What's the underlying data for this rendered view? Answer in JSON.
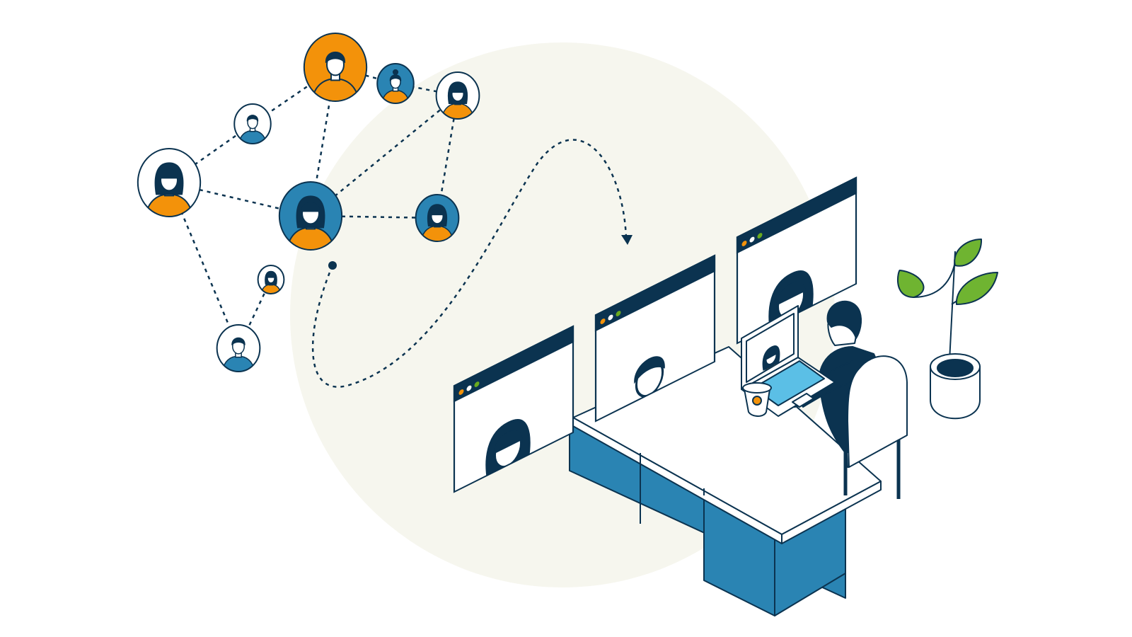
{
  "colors": {
    "navy": "#0b3350",
    "blue": "#2a84b3",
    "light_blue": "#5bbfe6",
    "orange": "#f3920a",
    "green": "#6aaa1e",
    "leaf_green": "#6fb431",
    "cream": "#f6f6ee",
    "white": "#ffffff",
    "skin": "#ffffff"
  },
  "network": {
    "nodes": [
      {
        "id": "n1",
        "shirt": "orange",
        "bg": "orange",
        "hair": "short",
        "size": "large"
      },
      {
        "id": "n2",
        "shirt": "blue",
        "bg": "white",
        "hair": "curly",
        "size": "small"
      },
      {
        "id": "n3",
        "shirt": "orange",
        "bg": "blue",
        "hair": "bun",
        "size": "small"
      },
      {
        "id": "n4",
        "shirt": "orange",
        "bg": "white",
        "hair": "long",
        "size": "medium"
      },
      {
        "id": "n5",
        "shirt": "orange",
        "bg": "white",
        "hair": "long",
        "size": "large"
      },
      {
        "id": "n6",
        "shirt": "orange",
        "bg": "blue",
        "hair": "long",
        "size": "large"
      },
      {
        "id": "n7",
        "shirt": "orange",
        "bg": "blue",
        "hair": "long",
        "size": "medium"
      },
      {
        "id": "n8",
        "shirt": "orange",
        "bg": "white",
        "hair": "long",
        "size": "tiny"
      },
      {
        "id": "n9",
        "shirt": "blue",
        "bg": "white",
        "hair": "curly",
        "size": "medium"
      }
    ],
    "links": [
      [
        "n2",
        "n1"
      ],
      [
        "n1",
        "n3"
      ],
      [
        "n3",
        "n4"
      ],
      [
        "n1",
        "n6"
      ],
      [
        "n5",
        "n2"
      ],
      [
        "n5",
        "n6"
      ],
      [
        "n6",
        "n4"
      ],
      [
        "n6",
        "n7"
      ],
      [
        "n4",
        "n7"
      ],
      [
        "n5",
        "n9"
      ],
      [
        "n8",
        "n9"
      ]
    ]
  },
  "screens": [
    {
      "name": "video-window-left",
      "shirt": "green",
      "hair": "long"
    },
    {
      "name": "video-window-center",
      "shirt": "light_blue",
      "hair": "short"
    },
    {
      "name": "video-window-right",
      "shirt": "orange",
      "hair": "long"
    }
  ],
  "laptop": {
    "shirt": "orange",
    "hair": "long"
  },
  "icons": [
    "network-node-icon",
    "video-window-icon",
    "laptop-icon",
    "coffee-cup-icon",
    "plant-icon",
    "desk-icon",
    "office-chair-icon",
    "person-icon"
  ]
}
